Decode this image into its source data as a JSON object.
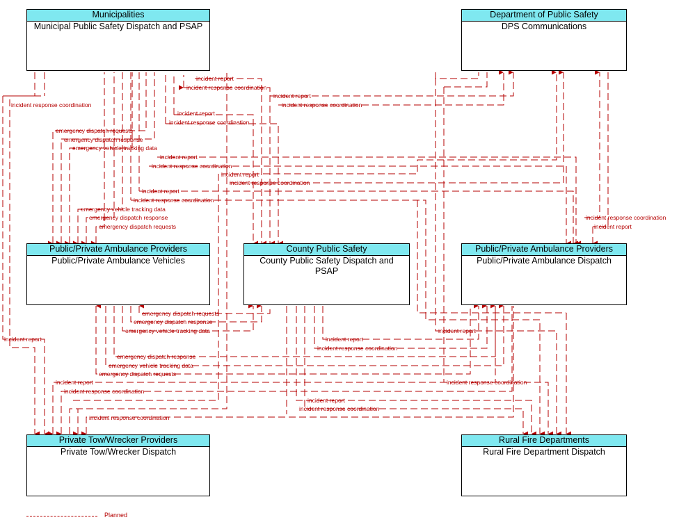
{
  "nodes": {
    "municipal": {
      "org": "Municipalities",
      "name": "Municipal Public Safety Dispatch and PSAP"
    },
    "dps": {
      "org": "Department of Public Safety",
      "name": "DPS Communications"
    },
    "amb_vehicles": {
      "org": "Public/Private Ambulance Providers",
      "name": "Public/Private Ambulance Vehicles"
    },
    "county": {
      "org": "County Public Safety",
      "name": "County Public Safety Dispatch and PSAP"
    },
    "amb_dispatch": {
      "org": "Public/Private Ambulance Providers",
      "name": "Public/Private Ambulance Dispatch"
    },
    "tow": {
      "org": "Private Tow/Wrecker Providers",
      "name": "Private Tow/Wrecker Dispatch"
    },
    "fire": {
      "org": "Rural Fire Departments",
      "name": "Rural Fire Department Dispatch"
    }
  },
  "flow_labels": {
    "f1": "incident report",
    "f2": "incident response coordination",
    "f3": "incident report",
    "f4": "incident response coordination",
    "f5": "incident report",
    "f6": "incident response coordination",
    "f7": "emergency dispatch requests",
    "f8": "emergency dispatch response",
    "f9": "emergency vehicle tracking data",
    "f10": "incident report",
    "f11": "incident response coordination",
    "f12": "incident report",
    "f13": "incident response coordination",
    "f14": "incident report",
    "f15": "incident response coordination",
    "f16": "emergency vehicle tracking data",
    "f17": "emergency dispatch response",
    "f18": "emergency dispatch requests",
    "f19": "incident response coordination",
    "f20": "incident report",
    "f21": "incident response coordination",
    "f22": "incident report",
    "f23": "emergency dispatch requests",
    "f24": "emergency dispatch response",
    "f25": "emergency vehicle tracking data",
    "f26": "incident report",
    "f27": "incident response coordination",
    "f28": "incident report",
    "f29": "emergency dispatch response",
    "f30": "emergency vehicle tracking data",
    "f31": "emergency dispatch requests",
    "f32": "incident report",
    "f33": "incident response coordination",
    "f34": "incident response coordination",
    "f35": "incident report",
    "f36": "incident response coordination",
    "f37": "incident response coordination"
  },
  "legend": {
    "label": "Planned",
    "color": "#b50000"
  }
}
